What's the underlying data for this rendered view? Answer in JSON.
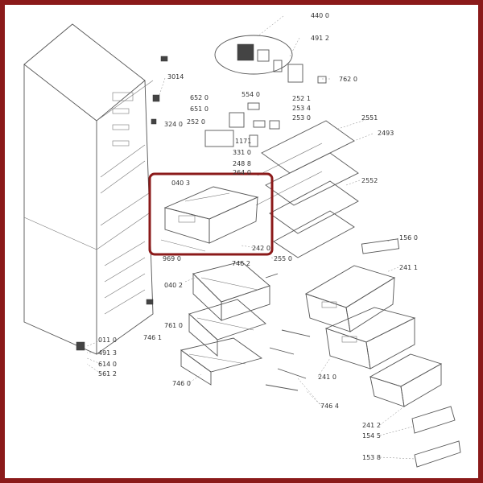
{
  "frame": {
    "border_color": "#8b1a1a",
    "highlight_color": "#8b1a1a"
  },
  "labels": {
    "p4400": "440 0",
    "p4912_top": "491 2",
    "p3014": "3014",
    "p6520": "652 0",
    "p6510": "651 0",
    "p3240": "324 0",
    "p2520": "252 0",
    "p5540": "554 0",
    "p2521": "252 1",
    "p2534": "253 4",
    "p2530": "253 0",
    "p1171": "1171",
    "p3310": "331 0",
    "p2488": "248 8",
    "p2640": "264 0",
    "p7620": "762 0",
    "p2551": "2551",
    "p2493": "2493",
    "p0403": "040 3",
    "p2552": "2552",
    "p2420": "242 0",
    "p9690": "969 0",
    "p7462_top": "746 2",
    "p2550": "255 0",
    "p1560": "156 0",
    "p2411": "241 1",
    "p0402": "040 2",
    "p7610": "761 0",
    "p7461": "746 1",
    "p0110": "011 0",
    "p4913": "491 3",
    "p6140": "614 0",
    "p5612": "561 2",
    "p2410": "241 0",
    "p7460": "746 0",
    "p7464": "746 4",
    "p2412": "241 2",
    "p1545": "154 5",
    "p1538": "153 8"
  }
}
